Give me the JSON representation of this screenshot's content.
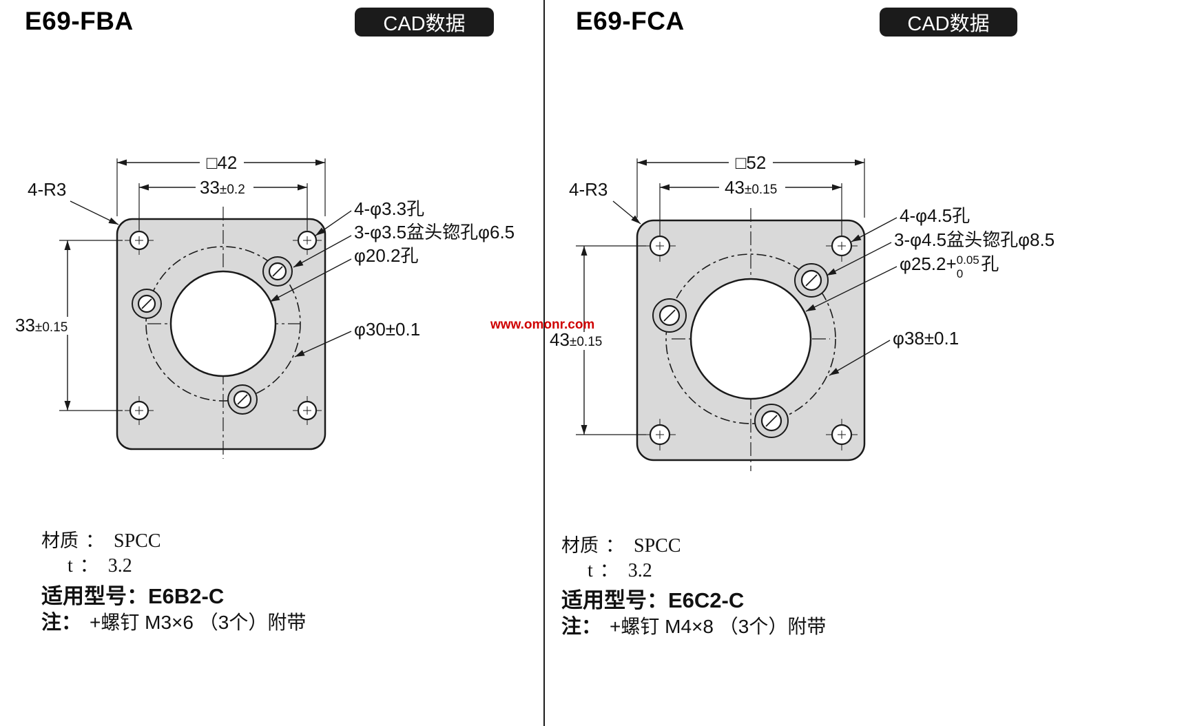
{
  "watermark": "www.omonr.com",
  "left": {
    "title": "E69-FBA",
    "badge": "CAD数据",
    "dims": {
      "outer": "□42",
      "pitch_h_main": "33",
      "pitch_h_tol": "±0.2",
      "pitch_v_main": "33",
      "pitch_v_tol": "±0.15",
      "corner": "4-R3"
    },
    "labels": {
      "corner_holes": "4-φ3.3孔",
      "countersunk": "3-φ3.5盆头锪孔φ6.5",
      "center_hole": "φ20.2孔",
      "bolt_circle": "φ30±0.1"
    },
    "specs": {
      "material_label": "材质",
      "colon": "：",
      "material": "SPCC",
      "t_label": "t",
      "t_value": "3.2",
      "model_label": "适用型号：",
      "model": "E6B2-C",
      "note_label": "注：",
      "note": "+螺钉 M3×6 （3个）附带"
    }
  },
  "right": {
    "title": "E69-FCA",
    "badge": "CAD数据",
    "dims": {
      "outer": "□52",
      "pitch_h_main": "43",
      "pitch_h_tol": "±0.15",
      "pitch_v_main": "43",
      "pitch_v_tol": "±0.15",
      "corner": "4-R3"
    },
    "labels": {
      "corner_holes": "4-φ4.5孔",
      "countersunk": "3-φ4.5盆头锪孔φ8.5",
      "center_hole_pre": "φ25.2+",
      "center_hole_sup": "0.05",
      "center_hole_sub": "0",
      "center_hole_post": "孔",
      "bolt_circle": "φ38±0.1"
    },
    "specs": {
      "material_label": "材质",
      "colon": "：",
      "material": "SPCC",
      "t_label": "t",
      "t_value": "3.2",
      "model_label": "适用型号：",
      "model": "E6C2-C",
      "note_label": "注：",
      "note": "+螺钉 M4×8 （3个）附带"
    }
  }
}
